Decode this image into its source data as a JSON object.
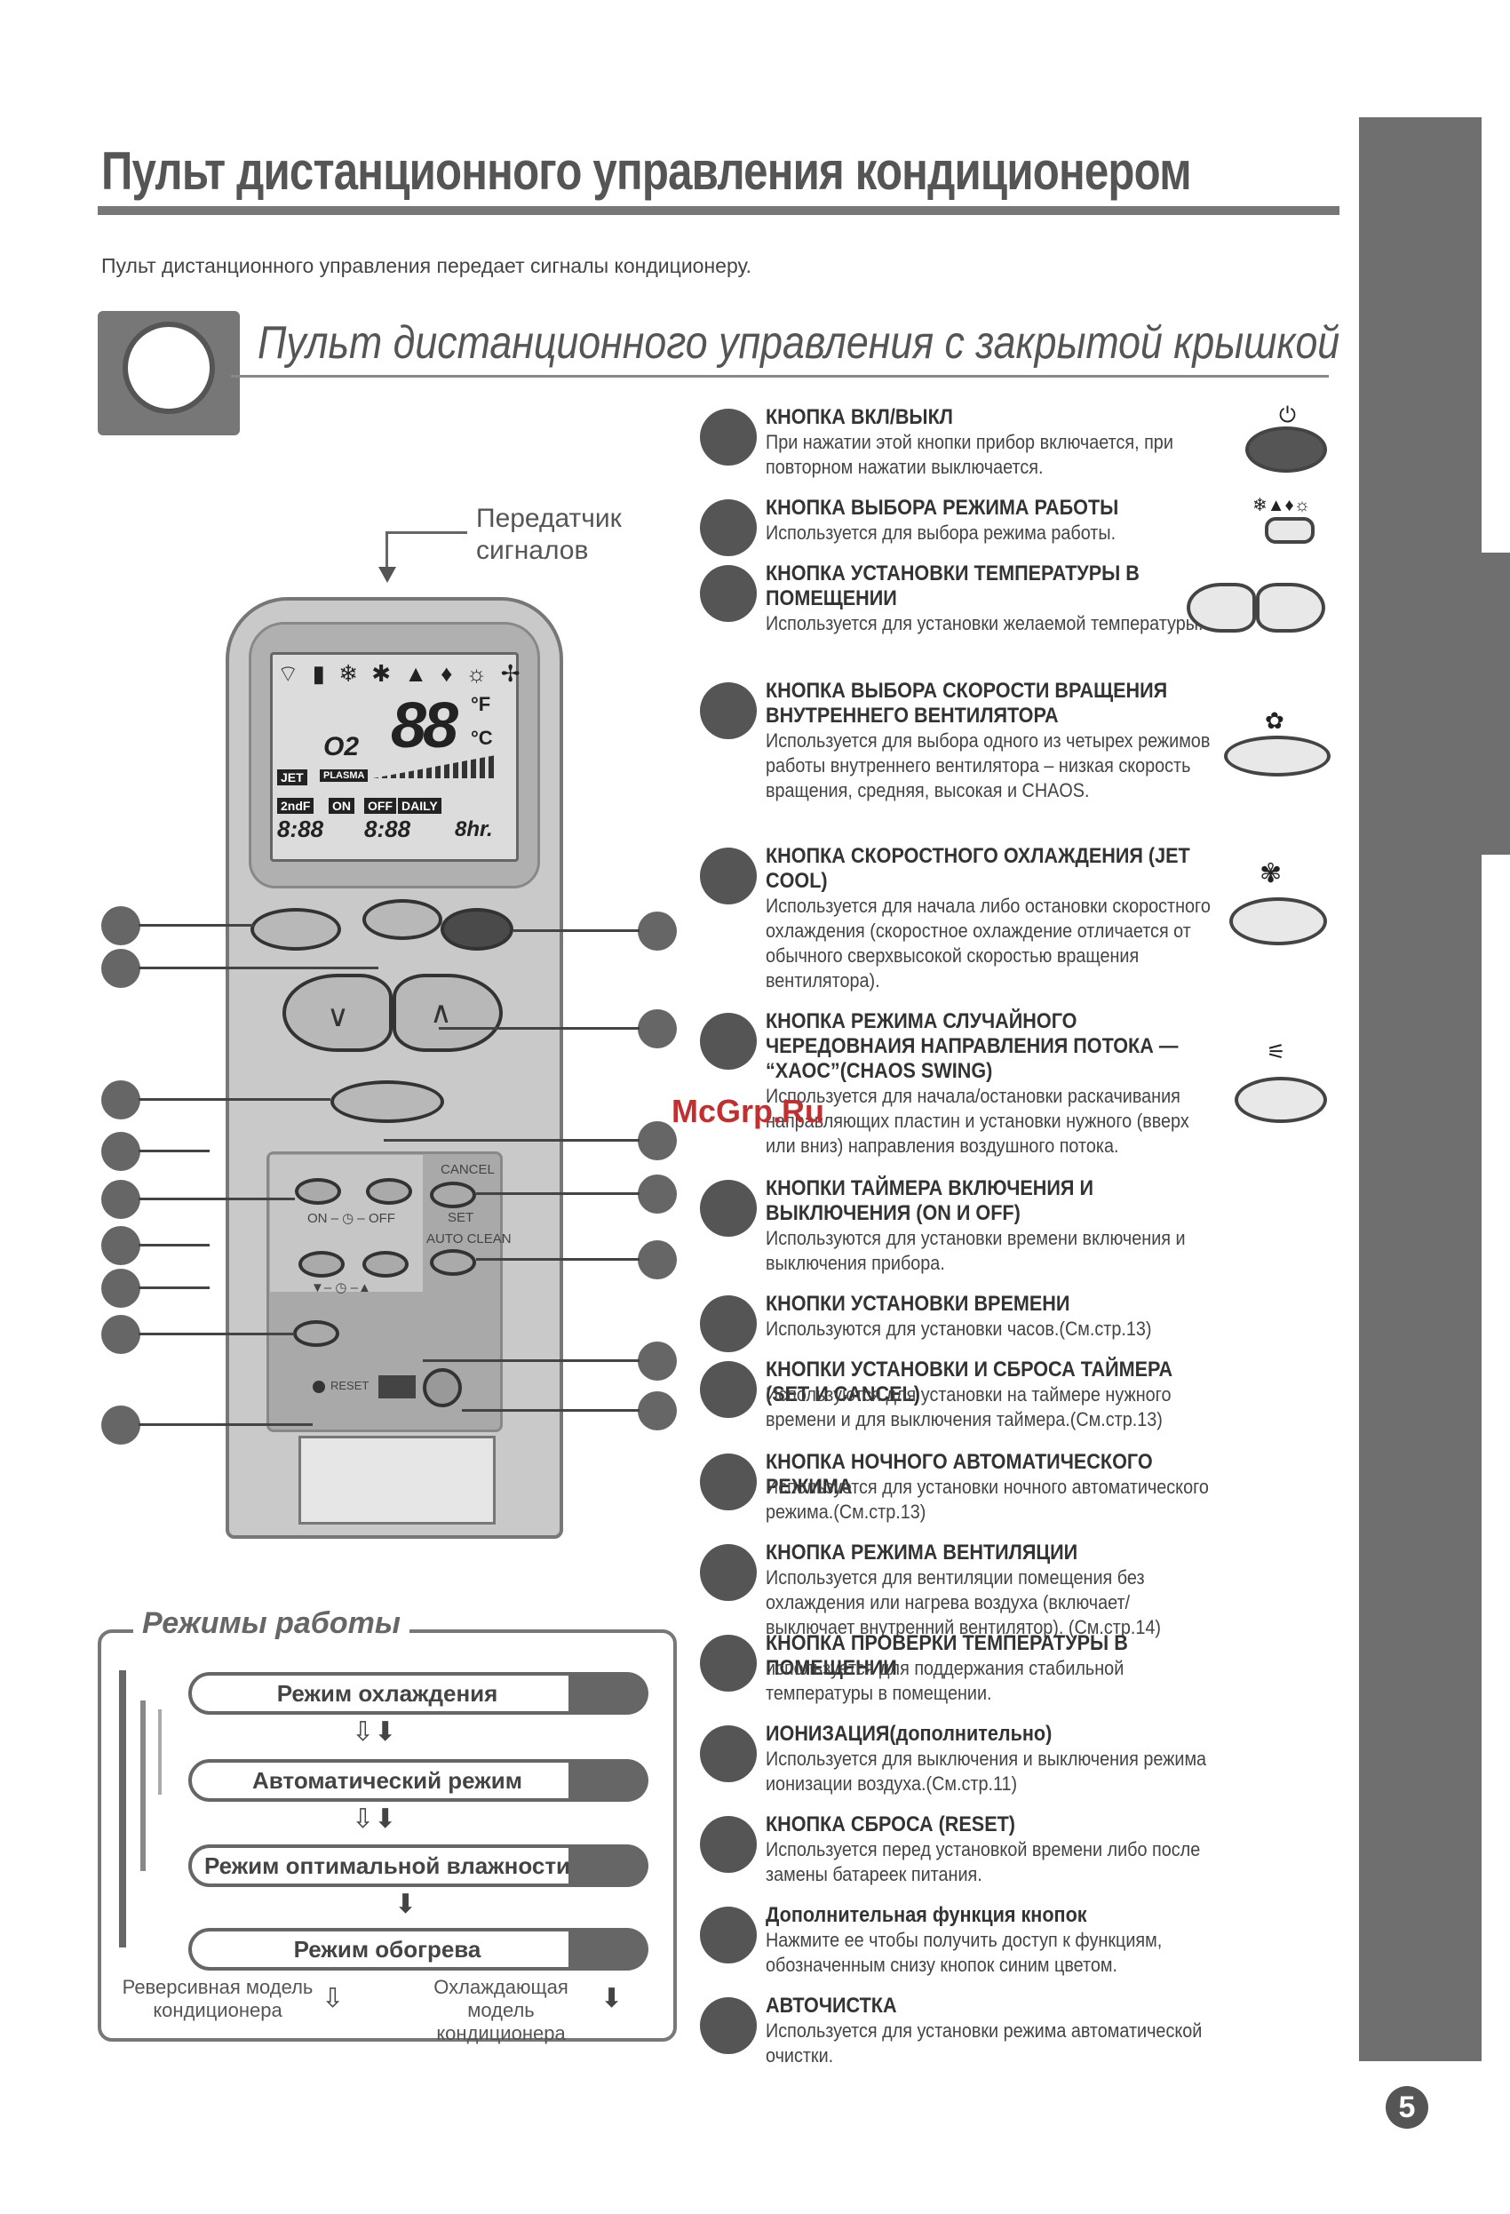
{
  "title": "Пульт дистанционного управления кондиционером",
  "intro": "Пульт дистанционного управления передает сигналы кондиционеру.",
  "subtitle": "Пульт дистанционного управления с закрытой крышкой",
  "transmitter_label": "Передатчик сигналов",
  "lcd": {
    "digits": "88",
    "unit_f": "°F",
    "unit_c": "°C",
    "o2": "O2",
    "jet": "JET",
    "plasma": "PLASMA",
    "second_f": "2ndF",
    "on": "ON",
    "off": "OFF",
    "daily": "DAILY",
    "time": "8:88",
    "hr": "8hr."
  },
  "panel_labels": {
    "cancel": "CANCEL",
    "set": "SET",
    "on_off": "ON – ◷ – OFF",
    "auto_clean": "AUTO CLEAN",
    "reset": "RESET",
    "time_adj": "▼– ◷ –▲"
  },
  "modes": {
    "title": "Режимы работы",
    "items": [
      "Режим охлаждения",
      "Автоматический режим",
      "Режим  оптимальной влажности",
      "Режим обогрева"
    ],
    "reverse_model": "Реверсивная модель кондиционера",
    "cooling_model": "Охлаждающая модель кондиционера"
  },
  "items": [
    {
      "head": "КНОПКА ВКЛ/ВЫКЛ",
      "desc": "При нажатии этой кнопки прибор включается, при повторном нажатии выключается."
    },
    {
      "head": "КНОПКА ВЫБОРА РЕЖИМА РАБОТЫ",
      "desc": "Используется для выбора режима работы."
    },
    {
      "head": "КНОПКА УСТАНОВКИ ТЕМПЕРАТУРЫ В ПОМЕЩЕНИИ",
      "desc": "Используется для установки желаемой температуры."
    },
    {
      "head": "КНОПКА ВЫБОРА СКОРОСТИ ВРАЩЕНИЯ ВНУТРЕННЕГО ВЕНТИЛЯТОРА",
      "desc": "Используется для выбора одного из четырех режимов работы внутреннего вентилятора – низкая скорость вращения, средняя, высокая и CHAOS."
    },
    {
      "head": "КНОПКА СКОРОСТНОГО ОХЛАЖДЕНИЯ (JET COOL)",
      "desc": "Используется для начала либо остановки скоростного охлаждения (скоростное охлаждение отличается от обычного сверхвысокой скоростью вращения вентилятора)."
    },
    {
      "head": "КНОПКА РЕЖИМА СЛУЧАЙНОГО ЧЕРЕДОВНАИЯ  НАПРАВЛЕНИЯ  ПОТОКА — “ХАОС”(CHAOS SWING)",
      "desc": "Используется для начала/остановки раскачивания направляющих пластин и установки нужного (вверх или вниз) направления воздушного потока."
    },
    {
      "head": "КНОПКИ ТАЙМЕРА ВКЛЮЧЕНИЯ И ВЫКЛЮЧЕНИЯ (ON И OFF)",
      "desc": "Используются для установки времени включения и выключения прибора."
    },
    {
      "head": "КНОПКИ УСТАНОВКИ ВРЕМЕНИ",
      "desc": "Используются для установки часов.(См.стр.13)"
    },
    {
      "head": "КНОПКИ УСТАНОВКИ И СБРОСА ТАЙМЕРА (SET И CANCEL)",
      "desc": "Используются для установки на таймере нужного времени и для выключения таймера.(См.стр.13)"
    },
    {
      "head": "КНОПКА НОЧНОГО АВТОМАТИЧЕСКОГО РЕЖИМА",
      "desc": "Используется для установки ночного автоматического режима.(См.стр.13)"
    },
    {
      "head": "КНОПКА РЕЖИМА ВЕНТИЛЯЦИИ",
      "desc": "Используется для вентиляции помещения без охлаждения или нагрева воздуха (включает/выключает внутренний вентилятор). (См.стр.14)"
    },
    {
      "head": "КНОПКА ПРОВЕРКИ ТЕМПЕРАТУРЫ В ПОМЕЩЕНИИ",
      "desc": "используется для поддержания стабильной температуры в помещении."
    },
    {
      "head": "ИОНИЗАЦИЯ(дополнительно)",
      "desc": "Используется для выключения и выключения режима ионизации воздуха.(См.стр.11)"
    },
    {
      "head": "КНОПКА СБРОСА (RESET)",
      "desc": "Используется перед установкой времени либо после замены батареек питания."
    },
    {
      "head": "Дополнительная функция кнопок",
      "desc": "Нажмите ее чтобы получить доступ к функциям, обозначенным снизу кнопок синим цветом."
    },
    {
      "head": "АВТОЧИСТКА",
      "desc": "Используется для установки режима автоматической очистки."
    }
  ],
  "watermark": "McGrp.Ru",
  "page_number": "5",
  "icons": [
    "power-icon",
    "mode-icons",
    "thermometer-icon",
    "fan-icon",
    "jet-cool-icon",
    "chaos-swing-icon"
  ]
}
